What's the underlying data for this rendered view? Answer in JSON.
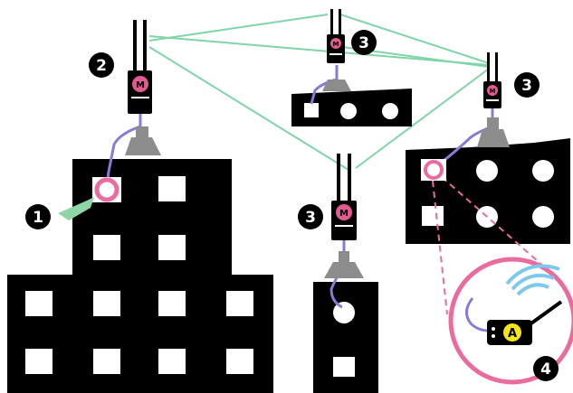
{
  "colors": {
    "building": "#000000",
    "window": "#ffffff",
    "link": "#7fd4a8",
    "cable": "#8a7ad8",
    "mount": "#8c8c8c",
    "logo": "#e35a93",
    "highlight": "#ea6b9e",
    "wifi": "#7ec8ee",
    "gateway_label": "#f2e51a",
    "arrow": "#8fd6a4",
    "badge": "#000000",
    "badge_text": "#ffffff"
  },
  "icons": {
    "radio": "mesh-radio-icon",
    "logo_letter": "M",
    "device": "access-device-icon",
    "wifi": "wifi-icon"
  },
  "labels": {
    "callout_1": "1",
    "callout_2": "2",
    "callout_3a": "3",
    "callout_3b": "3",
    "callout_3c": "3",
    "callout_4": "4",
    "device_letter": "A"
  }
}
